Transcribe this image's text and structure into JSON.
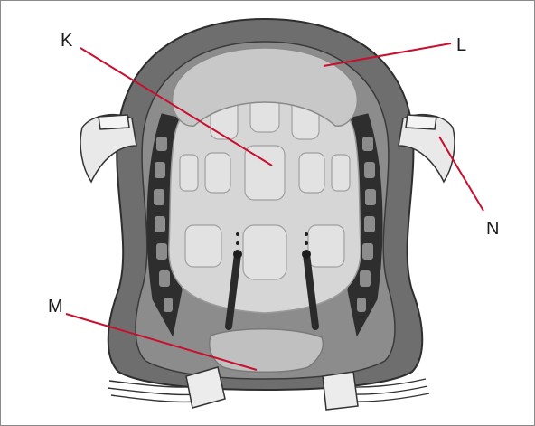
{
  "diagram": {
    "callouts": {
      "k": "K",
      "l": "L",
      "m": "M",
      "n": "N"
    },
    "colors": {
      "leader_line": "#c8102e",
      "shell": "#6e6e6e",
      "shell_dark": "#3a3a3a",
      "liner": "#8c8c8c",
      "pad": "#d6d6d6",
      "pad_outline": "#a0a0a0",
      "strap": "#e9e9e9"
    }
  }
}
